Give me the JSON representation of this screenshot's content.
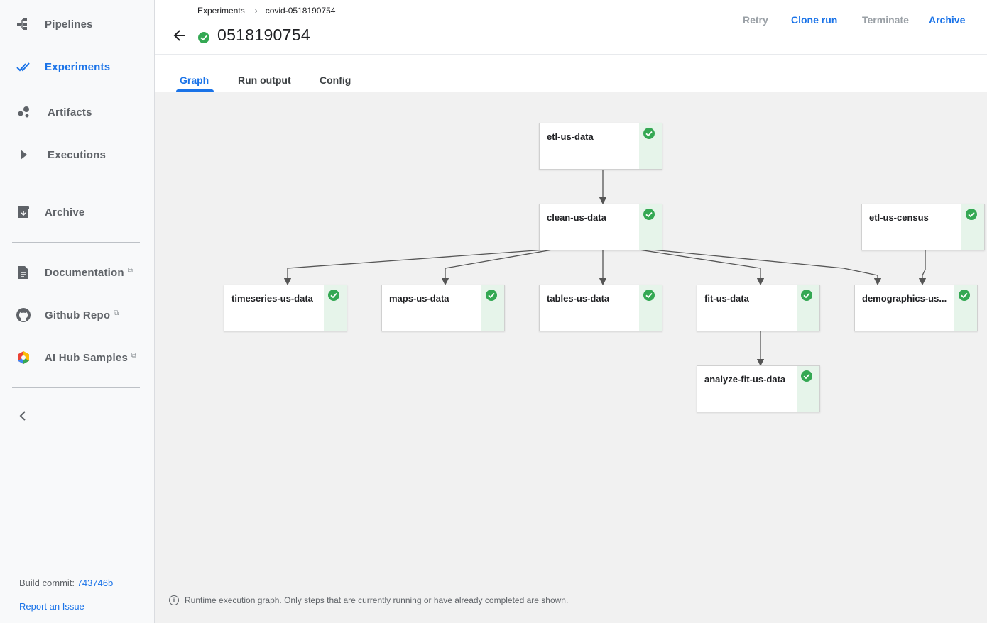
{
  "sidebar": {
    "items": [
      {
        "label": "Pipelines",
        "icon": "pipelines-icon"
      },
      {
        "label": "Experiments",
        "icon": "experiments-icon",
        "active": true
      },
      {
        "label": "Artifacts",
        "icon": "artifacts-icon"
      },
      {
        "label": "Executions",
        "icon": "executions-icon"
      },
      {
        "label": "Archive",
        "icon": "archive-icon"
      },
      {
        "label": "Documentation",
        "icon": "document-icon",
        "external": true
      },
      {
        "label": "Github Repo",
        "icon": "github-icon",
        "external": true
      },
      {
        "label": "AI Hub Samples",
        "icon": "ai-hub-icon",
        "external": true
      }
    ],
    "build_label": "Build commit:",
    "build_commit": "743746b",
    "report_issue": "Report an Issue"
  },
  "header": {
    "breadcrumb": [
      "Experiments",
      "covid-0518190754"
    ],
    "title": "0518190754",
    "status": "succeeded",
    "actions": {
      "retry": "Retry",
      "clone": "Clone run",
      "terminate": "Terminate",
      "archive": "Archive"
    }
  },
  "tabs": [
    "Graph",
    "Run output",
    "Config"
  ],
  "graph": {
    "nodes": [
      {
        "id": "etl-us-data",
        "label": "etl-us-data",
        "status": "succeeded"
      },
      {
        "id": "clean-us-data",
        "label": "clean-us-data",
        "status": "succeeded"
      },
      {
        "id": "etl-us-census",
        "label": "etl-us-census",
        "status": "succeeded"
      },
      {
        "id": "timeseries-us-data",
        "label": "timeseries-us-data",
        "status": "succeeded"
      },
      {
        "id": "maps-us-data",
        "label": "maps-us-data",
        "status": "succeeded"
      },
      {
        "id": "tables-us-data",
        "label": "tables-us-data",
        "status": "succeeded"
      },
      {
        "id": "fit-us-data",
        "label": "fit-us-data",
        "status": "succeeded"
      },
      {
        "id": "demographics-us-data",
        "label": "demographics-us...",
        "status": "succeeded"
      },
      {
        "id": "analyze-fit-us-data",
        "label": "analyze-fit-us-data",
        "status": "succeeded"
      }
    ],
    "info": "Runtime execution graph. Only steps that are currently running or have already completed are shown."
  },
  "colors": {
    "accent": "#1a73e8",
    "success": "#34a853",
    "success_bg": "#e6f4ea"
  }
}
